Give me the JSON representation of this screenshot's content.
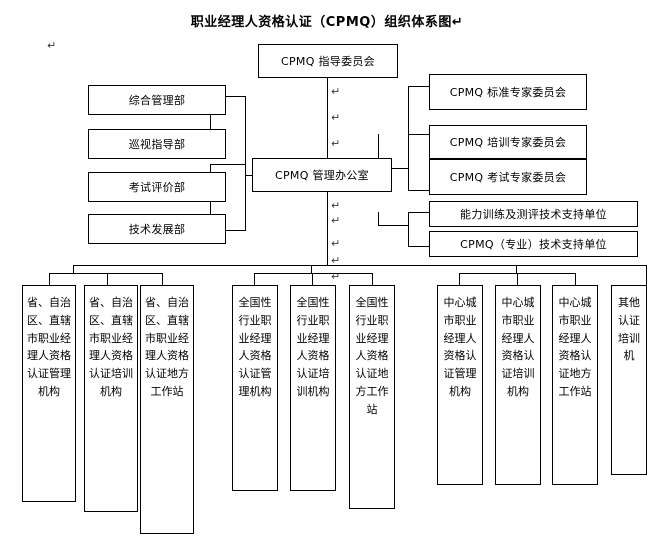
{
  "document": {
    "title": "职业经理人资格认证（CPMQ）组织体系图",
    "title_mark": "↵"
  },
  "nodes": {
    "steering_committee": "CPMQ 指导委员会",
    "management_office": "CPMQ 管理办公室",
    "departments": [
      "综合管理部",
      "巡视指导部",
      "考试评价部",
      "技术发展部"
    ],
    "expert_committees": [
      "CPMQ 标准专家委员会",
      "CPMQ 培训专家委员会",
      "CPMQ 考试专家委员会"
    ],
    "support_units": [
      "能力训练及测评技术支持单位",
      "CPMQ（专业）技术支持单位"
    ],
    "bottom_groups": [
      {
        "group": "province",
        "items": [
          "省、自治区、直辖市职业经理人资格认证管理机构",
          "省、自治区、直辖市职业经理人资格认证培训机构",
          "省、自治区、直辖市职业经理人资格认证地方工作站"
        ]
      },
      {
        "group": "national-industry",
        "items": [
          "全国性行业职业经理人资格认证管理机构",
          "全国性行业职业经理人资格认证培训机构",
          "全国性行业职业经理人资格认证地方工作站"
        ]
      },
      {
        "group": "central-city",
        "items": [
          "中心城市职业经理人资格认证管理机构",
          "中心城市职业经理人资格认证培训机构",
          "中心城市职业经理人资格认证地方工作站"
        ]
      },
      {
        "group": "other",
        "items": [
          "其他认证培训机"
        ]
      }
    ]
  },
  "paragraph_marks": {
    "mark": "↵",
    "count_visible": 12
  }
}
